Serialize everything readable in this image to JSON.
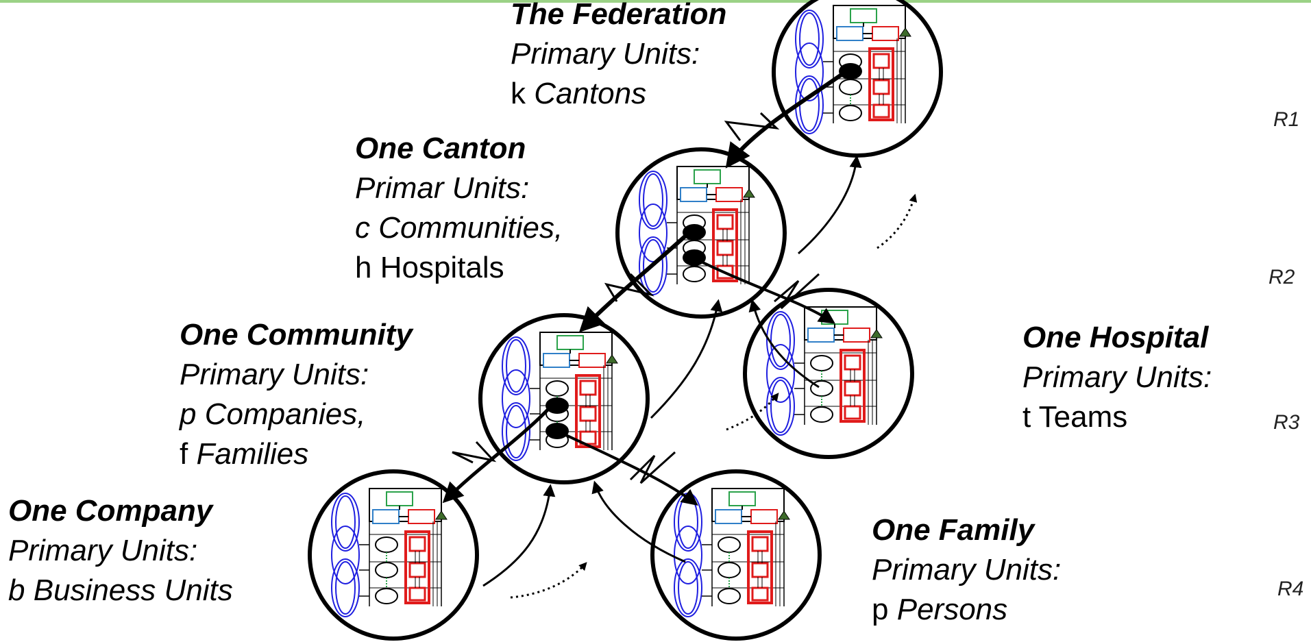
{
  "nodes": [
    {
      "id": "federation",
      "title": "The Federation",
      "subtitle": "Primary Units:",
      "line1_var": "k",
      "line1_text": "Cantons",
      "line1_style": "italic"
    },
    {
      "id": "canton",
      "title": "One Canton",
      "subtitle": "Primar Units:",
      "line1_var": "c",
      "line1_text": "Communities,",
      "line1_style": "italic",
      "line2_var": "h",
      "line2_text": "Hospitals",
      "line2_style": "normal"
    },
    {
      "id": "community",
      "title": "One Community",
      "subtitle": "Primary Units:",
      "line1_var": "p",
      "line1_text": "Companies,",
      "line1_style": "italic",
      "line2_var": "f",
      "line2_text": "Families",
      "line2_style": "italic"
    },
    {
      "id": "hospital",
      "title": "One Hospital",
      "subtitle": "Primary Units:",
      "line1_var": "t",
      "line1_text": "Teams",
      "line1_style": "normal"
    },
    {
      "id": "company",
      "title": "One Company",
      "subtitle": "Primary Units:",
      "line1_var": "b",
      "line1_text": "Business Units",
      "line1_style": "italic"
    },
    {
      "id": "family",
      "title": "One Family",
      "subtitle": "Primary Units:",
      "line1_var": "p",
      "line1_text": "Persons",
      "line1_style": "italic"
    }
  ],
  "levels": [
    "R1",
    "R2",
    "R3",
    "R4"
  ],
  "colors": {
    "accent_bar": "#9bd286",
    "loop_blue": "#1f1fe0",
    "box_green": "#2aa24a",
    "box_blue": "#2f7fc8",
    "box_red": "#e01b1b",
    "triangle": "#3d6b2a"
  }
}
